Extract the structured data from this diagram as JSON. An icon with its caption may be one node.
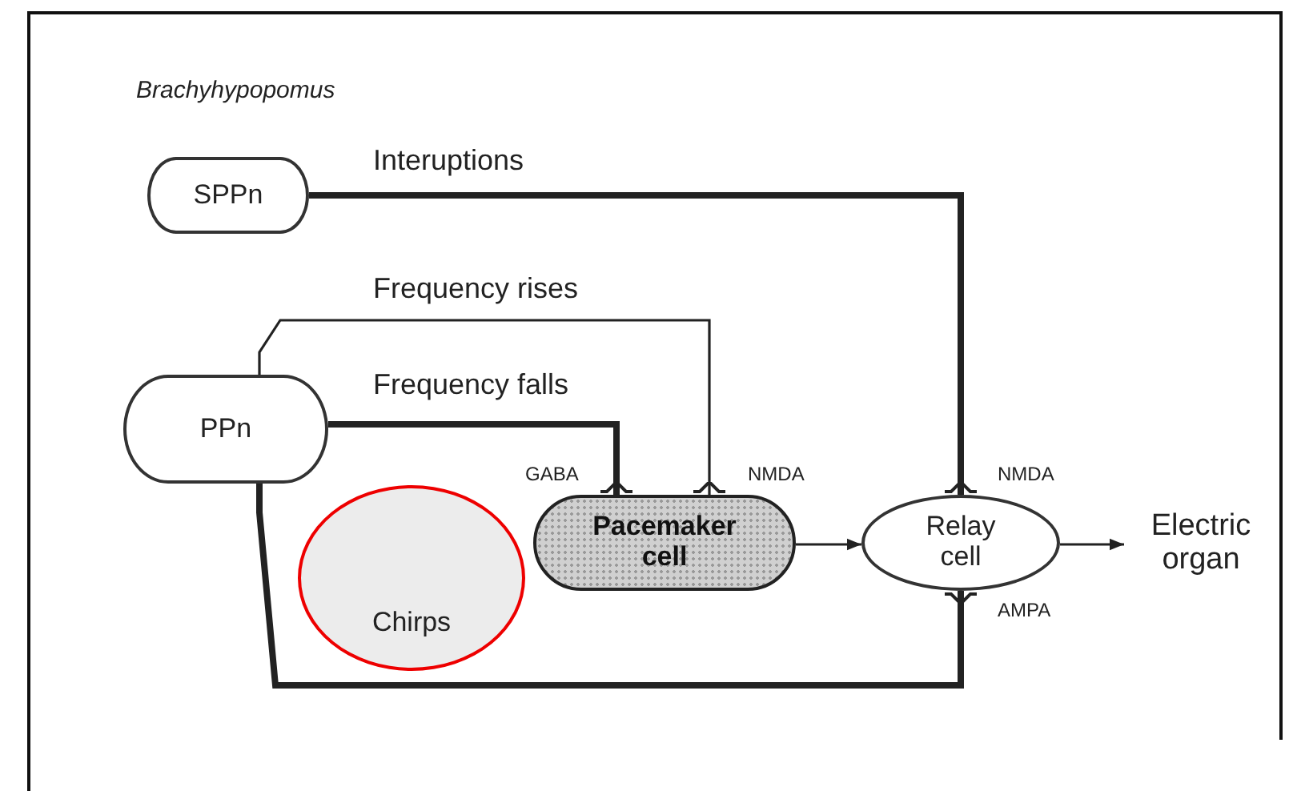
{
  "diagram": {
    "title": "Brachyhypopomus",
    "nodes": [
      {
        "text": [
          "SPPn"
        ]
      },
      {
        "text": [
          "PPn"
        ]
      },
      {
        "text": [
          "Chirps"
        ]
      },
      {
        "text": [
          "Pacemaker cell"
        ]
      },
      {
        "text": [
          "Relay cell"
        ]
      },
      {
        "text": [
          "Electric organ"
        ]
      }
    ],
    "edges": [
      {
        "from": 0,
        "to": 4,
        "arrow": "other",
        "label": "Interuptions",
        "style": "thick"
      },
      {
        "from": 1,
        "to": 3,
        "arrow": "other",
        "label": "Frequency rises"
      },
      {
        "from": 1,
        "to": 3,
        "arrow": "other",
        "label": "Frequency falls",
        "style": "thick"
      },
      {
        "from": 1,
        "to": 4,
        "arrow": "other",
        "style": "thick"
      },
      {
        "from": 3,
        "to": 4,
        "arrow": "to"
      },
      {
        "from": 4,
        "to": 5,
        "arrow": "to"
      }
    ],
    "labels": [
      "GABA",
      "NMDA",
      "NMDA",
      "AMPA"
    ]
  }
}
